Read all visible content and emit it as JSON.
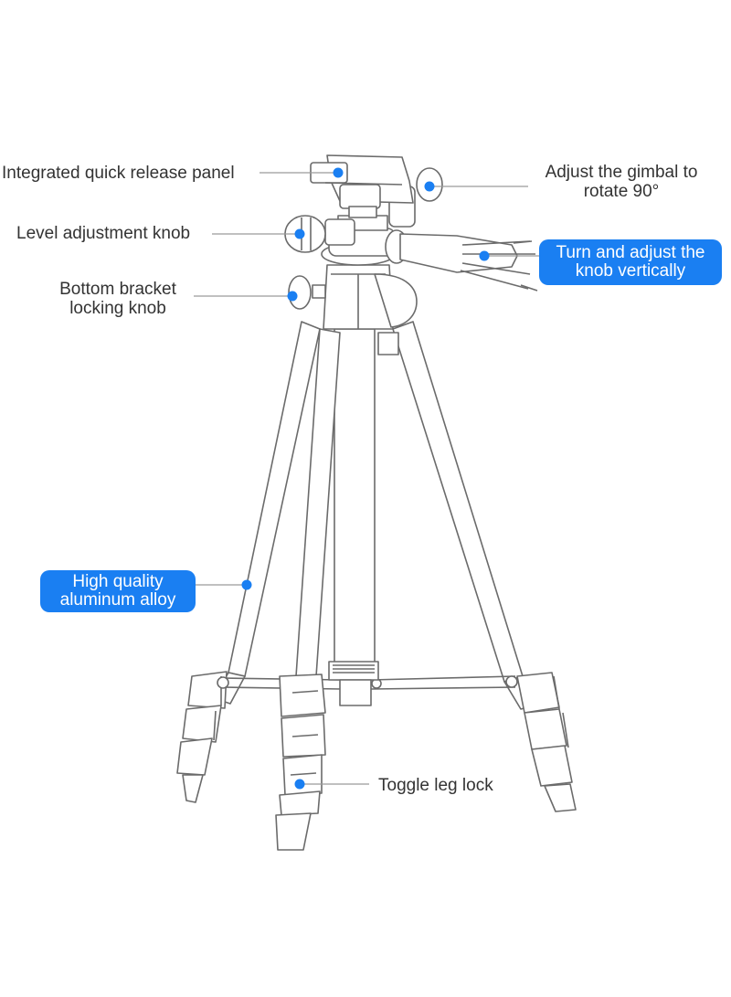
{
  "labels": {
    "quick_release": "Integrated quick release panel",
    "gimbal": "Adjust the gimbal to rotate 90°",
    "level_knob": "Level adjustment knob",
    "turn_knob": "Turn and adjust the knob vertically",
    "bottom_bracket": "Bottom bracket locking knob",
    "aluminum": "High quality aluminum alloy",
    "toggle_lock": "Toggle leg lock"
  },
  "colors": {
    "accent": "#1a7ff2",
    "line": "#9a9a9a",
    "outline": "#6b6b6b",
    "text": "#333333"
  }
}
